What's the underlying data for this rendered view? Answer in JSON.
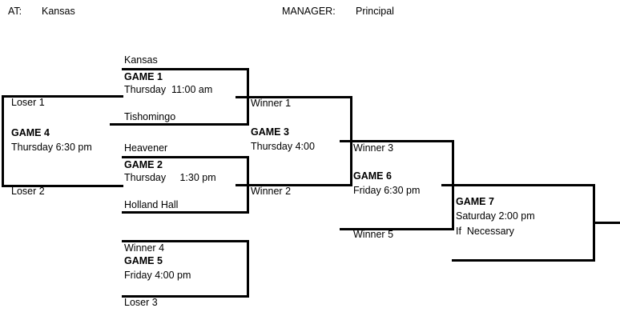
{
  "header": {
    "at_label": "AT:",
    "at_value": "Kansas",
    "manager_label": "MANAGER:",
    "manager_value": "Principal"
  },
  "bracket": {
    "title": "tournament-bracket",
    "line_color": "#000000",
    "games": [
      {
        "id": "game-1",
        "name": "GAME 1",
        "time": "Thursday  11:00 am",
        "top_slot": "Kansas",
        "bottom_slot": "Tishomingo"
      },
      {
        "id": "game-2",
        "name": "GAME 2",
        "time": "Thursday     1:30 pm",
        "top_slot": "Heavener",
        "bottom_slot": "Holland Hall"
      },
      {
        "id": "game-3",
        "name": "GAME 3",
        "time": "Thursday 4:00",
        "top_slot": "Winner 1",
        "bottom_slot": "Winner 2"
      },
      {
        "id": "game-4",
        "name": "GAME 4",
        "time": "Thursday 6:30 pm",
        "top_slot": "Loser 1",
        "bottom_slot": "Loser 2"
      },
      {
        "id": "game-5",
        "name": "GAME 5",
        "time": "Friday 4:00 pm",
        "top_slot": "Winner 4",
        "bottom_slot": "Loser 3"
      },
      {
        "id": "game-6",
        "name": "GAME 6",
        "time": "Friday 6:30 pm",
        "top_slot": "Winner 3",
        "bottom_slot": "Winner 5"
      },
      {
        "id": "game-7",
        "name": "GAME 7",
        "time": "Saturday 2:00 pm",
        "note": "If  Necessary",
        "top_slot": "",
        "bottom_slot": ""
      }
    ]
  }
}
